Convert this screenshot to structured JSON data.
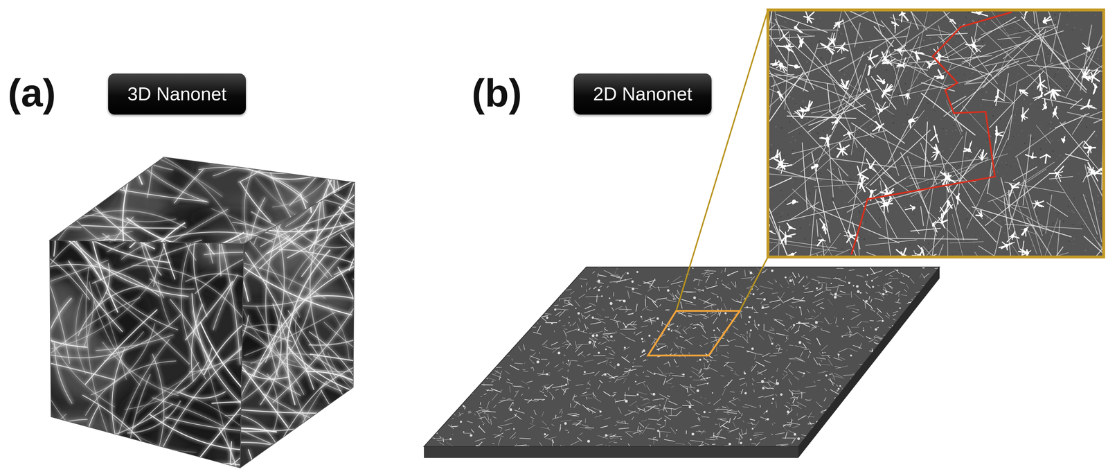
{
  "diagram": {
    "nodes": [
      {
        "text": [
          "3D Nanonet"
        ]
      },
      {
        "text": [
          "2D Nanonet"
        ]
      }
    ],
    "labels": [
      "(a)",
      "(b)"
    ]
  }
}
